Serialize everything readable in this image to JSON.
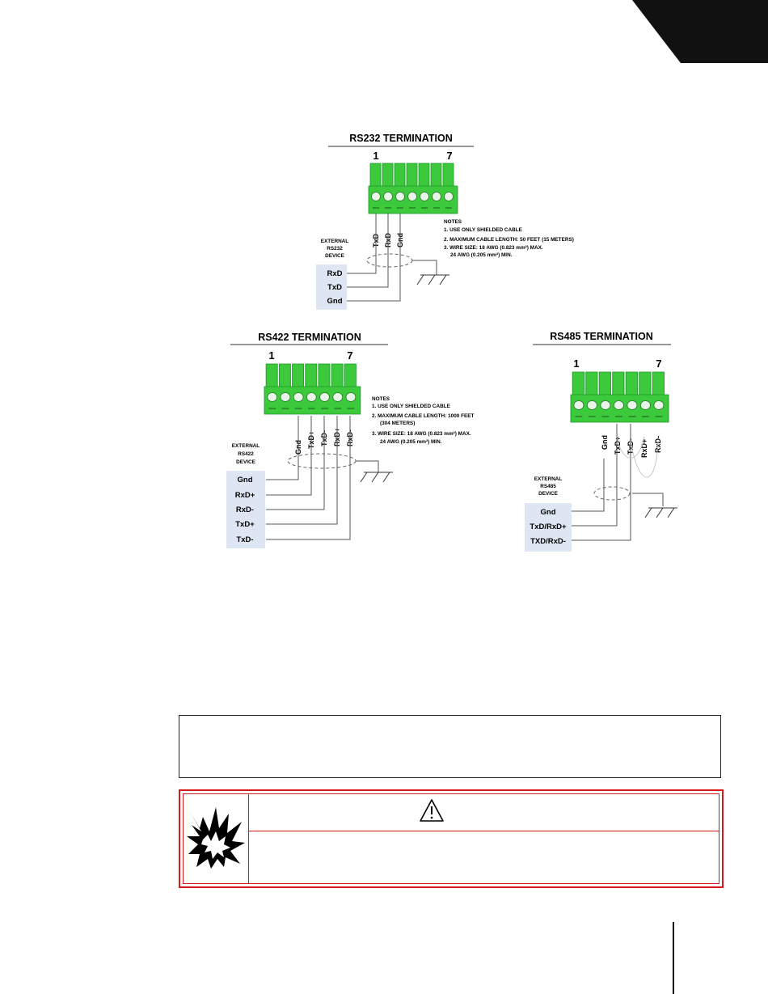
{
  "rs232": {
    "title": "RS232 TERMINATION",
    "pin_first": "1",
    "pin_last": "7",
    "pins": [
      "TxD",
      "RxD",
      "Gnd"
    ],
    "device_label": [
      "EXTERNAL",
      "RS232",
      "DEVICE"
    ],
    "device_terminals": [
      "RxD",
      "TxD",
      "Gnd"
    ],
    "notes": [
      "NOTES",
      "1. USE ONLY SHIELDED CABLE",
      "2. MAXIMUM CABLE LENGTH: 50 FEET (15 METERS)",
      "3. WIRE SIZE: 18 AWG (0.823 mm²) MAX.",
      "24 AWG (0.205 mm²) MIN."
    ]
  },
  "rs422": {
    "title": "RS422 TERMINATION",
    "pin_first": "1",
    "pin_last": "7",
    "pins": [
      "Gnd",
      "TxD+",
      "TxD-",
      "RxD+",
      "RxD-"
    ],
    "device_label": [
      "EXTERNAL",
      "RS422",
      "DEVICE"
    ],
    "device_terminals": [
      "Gnd",
      "RxD+",
      "RxD-",
      "TxD+",
      "TxD-"
    ],
    "notes": [
      "NOTES",
      "1. USE ONLY SHIELDED CABLE",
      "2. MAXIMUM CABLE LENGTH: 1000 FEET",
      "(304 METERS)",
      "3. WIRE SIZE: 18 AWG (0.823 mm²) MAX.",
      "24 AWG (0.205 mm²) MIN."
    ]
  },
  "rs485": {
    "title": "RS485 TERMINATION",
    "pin_first": "1",
    "pin_last": "7",
    "pins": [
      "Gnd",
      "TxD+",
      "TxD-",
      "RxD+",
      "RxD-"
    ],
    "device_label": [
      "EXTERNAL",
      "RS485",
      "DEVICE"
    ],
    "device_terminals": [
      "Gnd",
      "TxD/RxD+",
      "TXD/RxD-"
    ]
  },
  "warning": {
    "icon": "explosion-icon",
    "header_icon": "warning-triangle-icon",
    "colors": {
      "border": "#d61a1a"
    }
  },
  "colors": {
    "connector": "#3cc93c",
    "connector_dark": "#1e9a2a",
    "device_fill": "#dde6f2",
    "corner_bar": "#111111"
  }
}
